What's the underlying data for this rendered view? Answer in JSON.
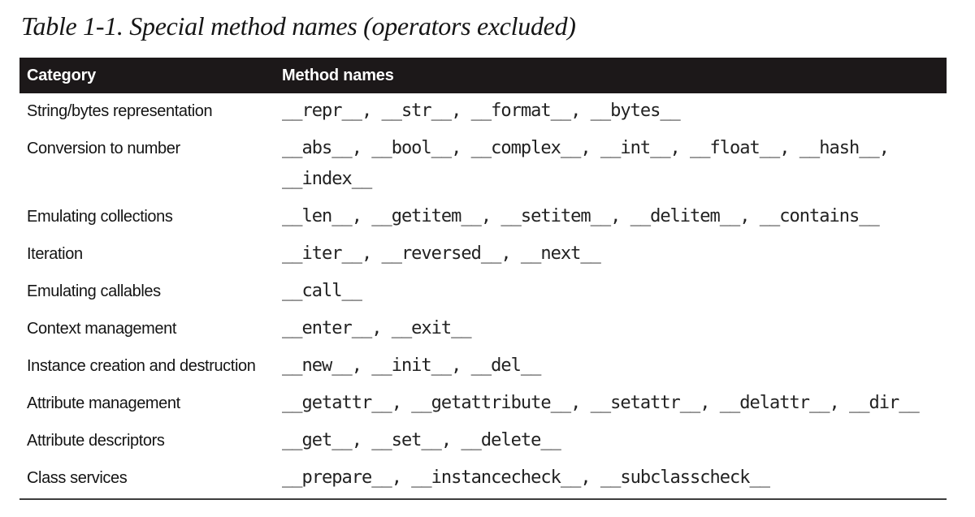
{
  "title": "Table 1-1. Special method names (operators excluded)",
  "table": {
    "columns": [
      "Category",
      "Method names"
    ],
    "rows": [
      {
        "category": "String/bytes representation",
        "methods": "__repr__, __str__, __format__, __bytes__"
      },
      {
        "category": "Conversion to number",
        "methods": "__abs__, __bool__, __complex__, __int__, __float__, __hash__, __index__"
      },
      {
        "category": "Emulating collections",
        "methods": "__len__, __getitem__, __setitem__, __delitem__, __contains__"
      },
      {
        "category": "Iteration",
        "methods": "__iter__, __reversed__, __next__"
      },
      {
        "category": "Emulating callables",
        "methods": "__call__"
      },
      {
        "category": "Context management",
        "methods": "__enter__, __exit__"
      },
      {
        "category": "Instance creation and destruction",
        "methods": "__new__, __init__, __del__"
      },
      {
        "category": "Attribute management",
        "methods": "__getattr__, __getattribute__, __setattr__, __delattr__, __dir__"
      },
      {
        "category": "Attribute descriptors",
        "methods": "__get__, __set__, __delete__"
      },
      {
        "category": "Class services",
        "methods": "__prepare__, __instancecheck__, __subclasscheck__"
      }
    ]
  },
  "colors": {
    "header_bg": "#1c1819",
    "header_text": "#ffffff",
    "body_text": "#222222",
    "bottom_border": "#3d3d3d",
    "page_bg": "#ffffff"
  }
}
